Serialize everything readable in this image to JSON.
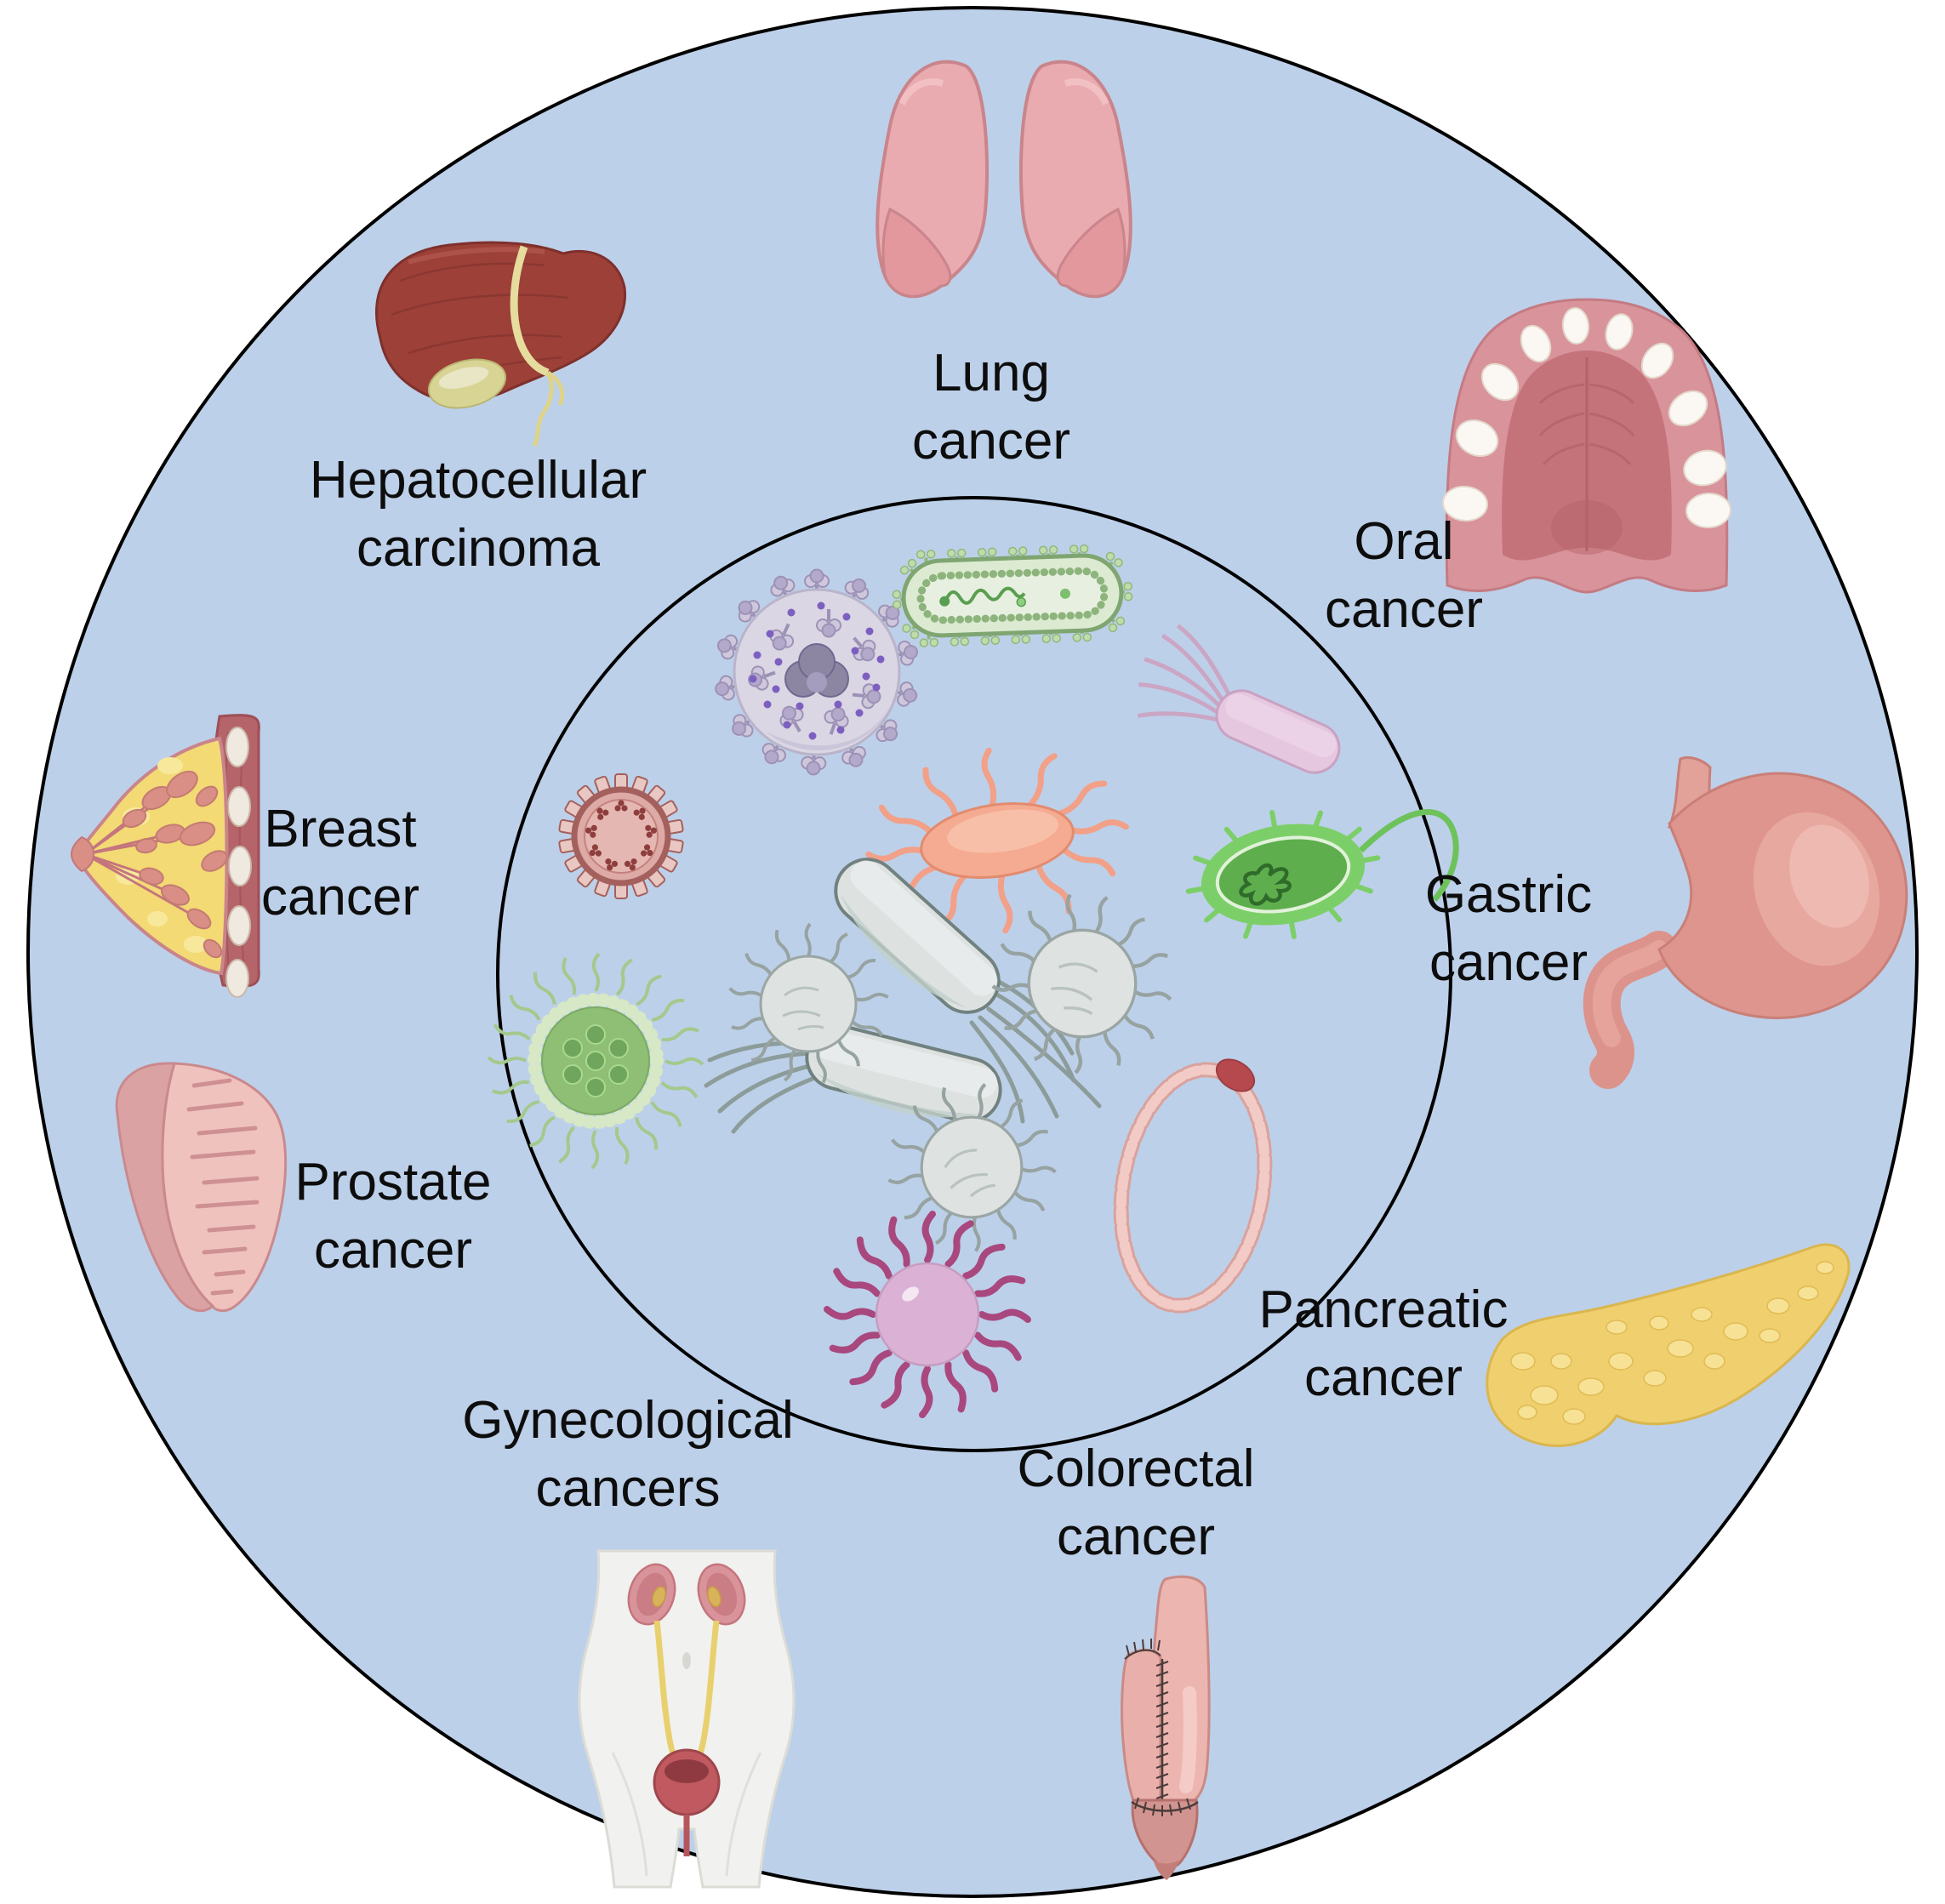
{
  "colors": {
    "page_background": "#ffffff",
    "circle_fill": "#bdd0e9",
    "circle_outline": "#000000",
    "label_text": "#0d0d0d",
    "pancreas_yellow": "#f0d06e",
    "organ_pink": "#e9abaf",
    "liver_red": "#9c4038"
  },
  "regions": [
    {
      "id": "lung",
      "icon": "lungs-icon",
      "line1": "Lung",
      "line2": "cancer"
    },
    {
      "id": "oral",
      "icon": "mouth-icon",
      "line1": "Oral",
      "line2": "cancer"
    },
    {
      "id": "gastric",
      "icon": "stomach-icon",
      "line1": "Gastric",
      "line2": "cancer"
    },
    {
      "id": "pancreatic",
      "icon": "pancreas-icon",
      "line1": "Pancreatic",
      "line2": "cancer"
    },
    {
      "id": "colorectal",
      "icon": "rectum-icon",
      "line1": "Colorectal",
      "line2": "cancer"
    },
    {
      "id": "gynecological",
      "icon": "female-urinary-system-icon",
      "line1": "Gynecological",
      "line2": "cancers"
    },
    {
      "id": "prostate",
      "icon": "prostate-icon",
      "line1": "Prostate",
      "line2": "cancer"
    },
    {
      "id": "breast",
      "icon": "breast-icon",
      "line1": "Breast",
      "line2": "cancer"
    },
    {
      "id": "hepatocellular",
      "icon": "liver-icon",
      "line1": "Hepatocellular",
      "line2": "carcinoma"
    }
  ],
  "center_microbe_icons": [
    "virus-purple-icon",
    "bacterium-green-rod-icon",
    "bacterium-pink-rod-icon",
    "bacterium-green-spiky-icon",
    "bacterium-salmon-flagellated-icon",
    "virus-rotavirus-icon",
    "virus-green-hairy-icon",
    "bacterium-gray-rod-icon",
    "bacterium-gray-rod-2-icon",
    "spiky-round-cell-icon",
    "bacteria-chain-loop-icon",
    "virus-magenta-icon"
  ]
}
